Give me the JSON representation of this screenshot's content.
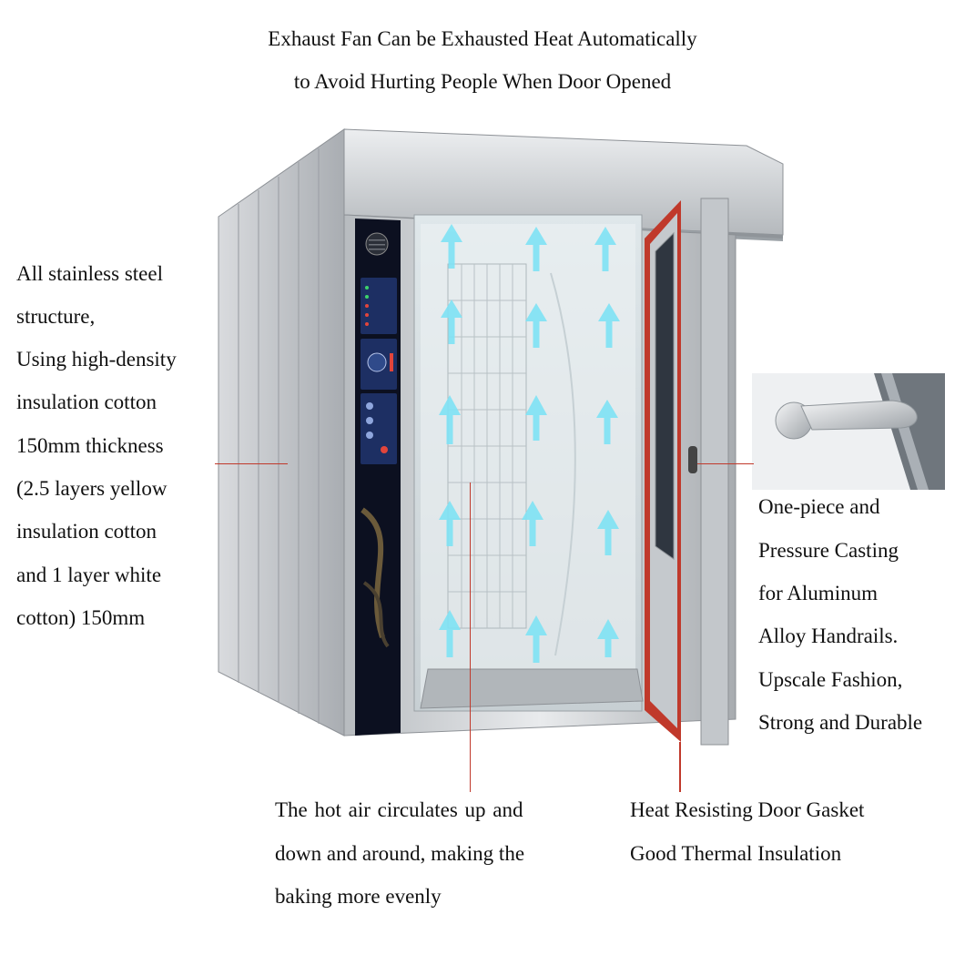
{
  "heading": {
    "line1": "Exhaust Fan Can be Exhausted Heat Automatically",
    "line2": "to Avoid Hurting People When Door Opened"
  },
  "left_callout": [
    "All stainless steel",
    "structure,",
    "Using high-density",
    "insulation cotton",
    "150mm thickness",
    "(2.5 layers yellow",
    "insulation cotton",
    "and 1 layer white",
    "cotton) 150mm"
  ],
  "right_callout": [
    "One-piece and",
    "Pressure Casting",
    "for Aluminum",
    "Alloy Handrails.",
    "Upscale Fashion,",
    "Strong and Durable"
  ],
  "bottom_left_callout": [
    "The hot air circulates up and",
    "down and around, making the",
    "baking more evenly"
  ],
  "bottom_right_callout": [
    "Heat Resisting Door Gasket",
    "Good Thermal Insulation"
  ],
  "colors": {
    "pointer_line": "#c0392b",
    "airflow_arrow": "#7fe3f5",
    "stainless": "#c9ccd0",
    "door_gasket": "#c0392b",
    "control_panel": "#0c1020"
  },
  "icons": [
    "airflow-arrow-icon",
    "fan-vent-icon",
    "door-handle-icon"
  ]
}
